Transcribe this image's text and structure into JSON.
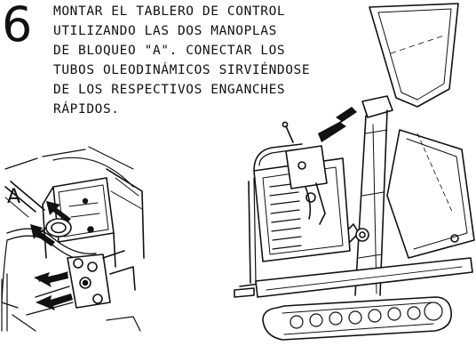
{
  "step": {
    "number": "6"
  },
  "instructions": {
    "lines": [
      "MONTAR EL TABLERO DE CONTROL",
      "UTILIZANDO LAS DOS MANOPLAS",
      "DE BLOQUEO \"A\". CONECTAR LOS",
      "TUBOS OLEODINÁMICOS SIRVIÉNDOSE",
      "DE LOS RESPECTIVOS ENGANCHES",
      "RÁPIDOS."
    ]
  },
  "detail_view": {
    "callout_label": "A"
  },
  "colors": {
    "ink": "#111111",
    "background": "#ffffff"
  }
}
